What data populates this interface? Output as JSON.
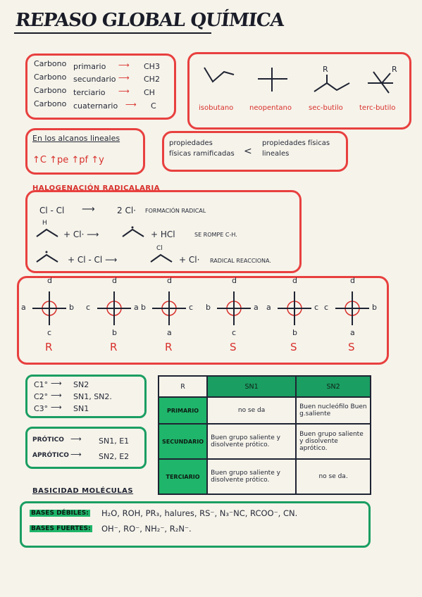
{
  "title": "REPASO GLOBAL QUÍMICA",
  "carbonos": [
    {
      "label": "Carbono",
      "type": "primario",
      "result": "CH3"
    },
    {
      "label": "Carbono",
      "type": "secundario",
      "result": "CH2"
    },
    {
      "label": "Carbono",
      "type": "terciario",
      "result": "CH"
    },
    {
      "label": "Carbono",
      "type": "cuaternario",
      "result": "C"
    }
  ],
  "isomeros": {
    "labels": [
      "isobutano",
      "neopentano",
      "sec-butilo",
      "terc-butilo"
    ],
    "r1": "R",
    "r2": "R"
  },
  "alcanos_lineales": {
    "title": "En los alcanos lineales",
    "trend": "↑C ↑pe ↑pf ↑y"
  },
  "propiedades": {
    "left": "propiedades físicas ramificadas",
    "comparator": "<",
    "right": "propiedades físicas lineales"
  },
  "halogenacion": {
    "title": "HALOGENACIÓN RADICALARIA",
    "step1_left": "Cl - Cl",
    "step1_arrow": "⟶",
    "step1_right": "2 Cl·",
    "step1_note": "FORMACIÓN RADICAL",
    "step2_h": "H",
    "step2_mid": "+ Cl· ⟶",
    "step2_right": "+ HCl",
    "step2_note": "SE ROMPE C-H.",
    "step3_mid": "+ Cl - Cl ⟶",
    "step3_cl": "Cl",
    "step3_right": "+ Cl·",
    "step3_note": "RADICAL REACCIONA."
  },
  "fischer": [
    {
      "top": "d",
      "left": "a",
      "right": "b",
      "bottom": "c",
      "config": "R"
    },
    {
      "top": "d",
      "left": "c",
      "right": "a",
      "bottom": "b",
      "config": "R"
    },
    {
      "top": "d",
      "left": "b",
      "right": "c",
      "bottom": "a",
      "config": "R"
    },
    {
      "top": "d",
      "left": "b",
      "right": "a",
      "bottom": "c",
      "config": "S"
    },
    {
      "top": "d",
      "left": "a",
      "right": "c",
      "bottom": "b",
      "config": "S"
    },
    {
      "top": "d",
      "left": "c",
      "right": "b",
      "bottom": "a",
      "config": "S"
    }
  ],
  "sn_carbonos": [
    {
      "c": "C1°",
      "mech": "SN2"
    },
    {
      "c": "C2°",
      "mech": "SN1, SN2."
    },
    {
      "c": "C3°",
      "mech": "SN1"
    }
  ],
  "solventes": [
    {
      "s": "PRÓTICO",
      "mech": "SN1, E1"
    },
    {
      "s": "APRÓTICO",
      "mech": "SN2, E2"
    }
  ],
  "sn_table": {
    "headers": [
      "R",
      "SN1",
      "SN2"
    ],
    "rows": [
      {
        "r": "PRIMARIO",
        "sn1": "no se da",
        "sn2": "Buen nucleófilo Buen g.saliente"
      },
      {
        "r": "SECUNDARIO",
        "sn1": "Buen grupo saliente y disolvente prótico.",
        "sn2": "Buen grupo saliente y disolvente aprótico."
      },
      {
        "r": "TERCIARIO",
        "sn1": "Buen grupo saliente y disolvente prótico.",
        "sn2": "no se da."
      }
    ]
  },
  "basicidad": {
    "title": "BASICIDAD MOLÉCULAS",
    "debiles_label": "BASES DÉBILES:",
    "debiles": "H₂O, ROH, PR₃, halures, RS⁻, N₃⁻NC, RCOO⁻, CN.",
    "fuertes_label": "BASES FUERTES:",
    "fuertes": "OH⁻, RO⁻, NH₂⁻, R₂N⁻."
  },
  "colors": {
    "red": "#e8403f",
    "green": "#1a9e62",
    "highlight": "#1fb56a",
    "ink": "#1f2433"
  }
}
